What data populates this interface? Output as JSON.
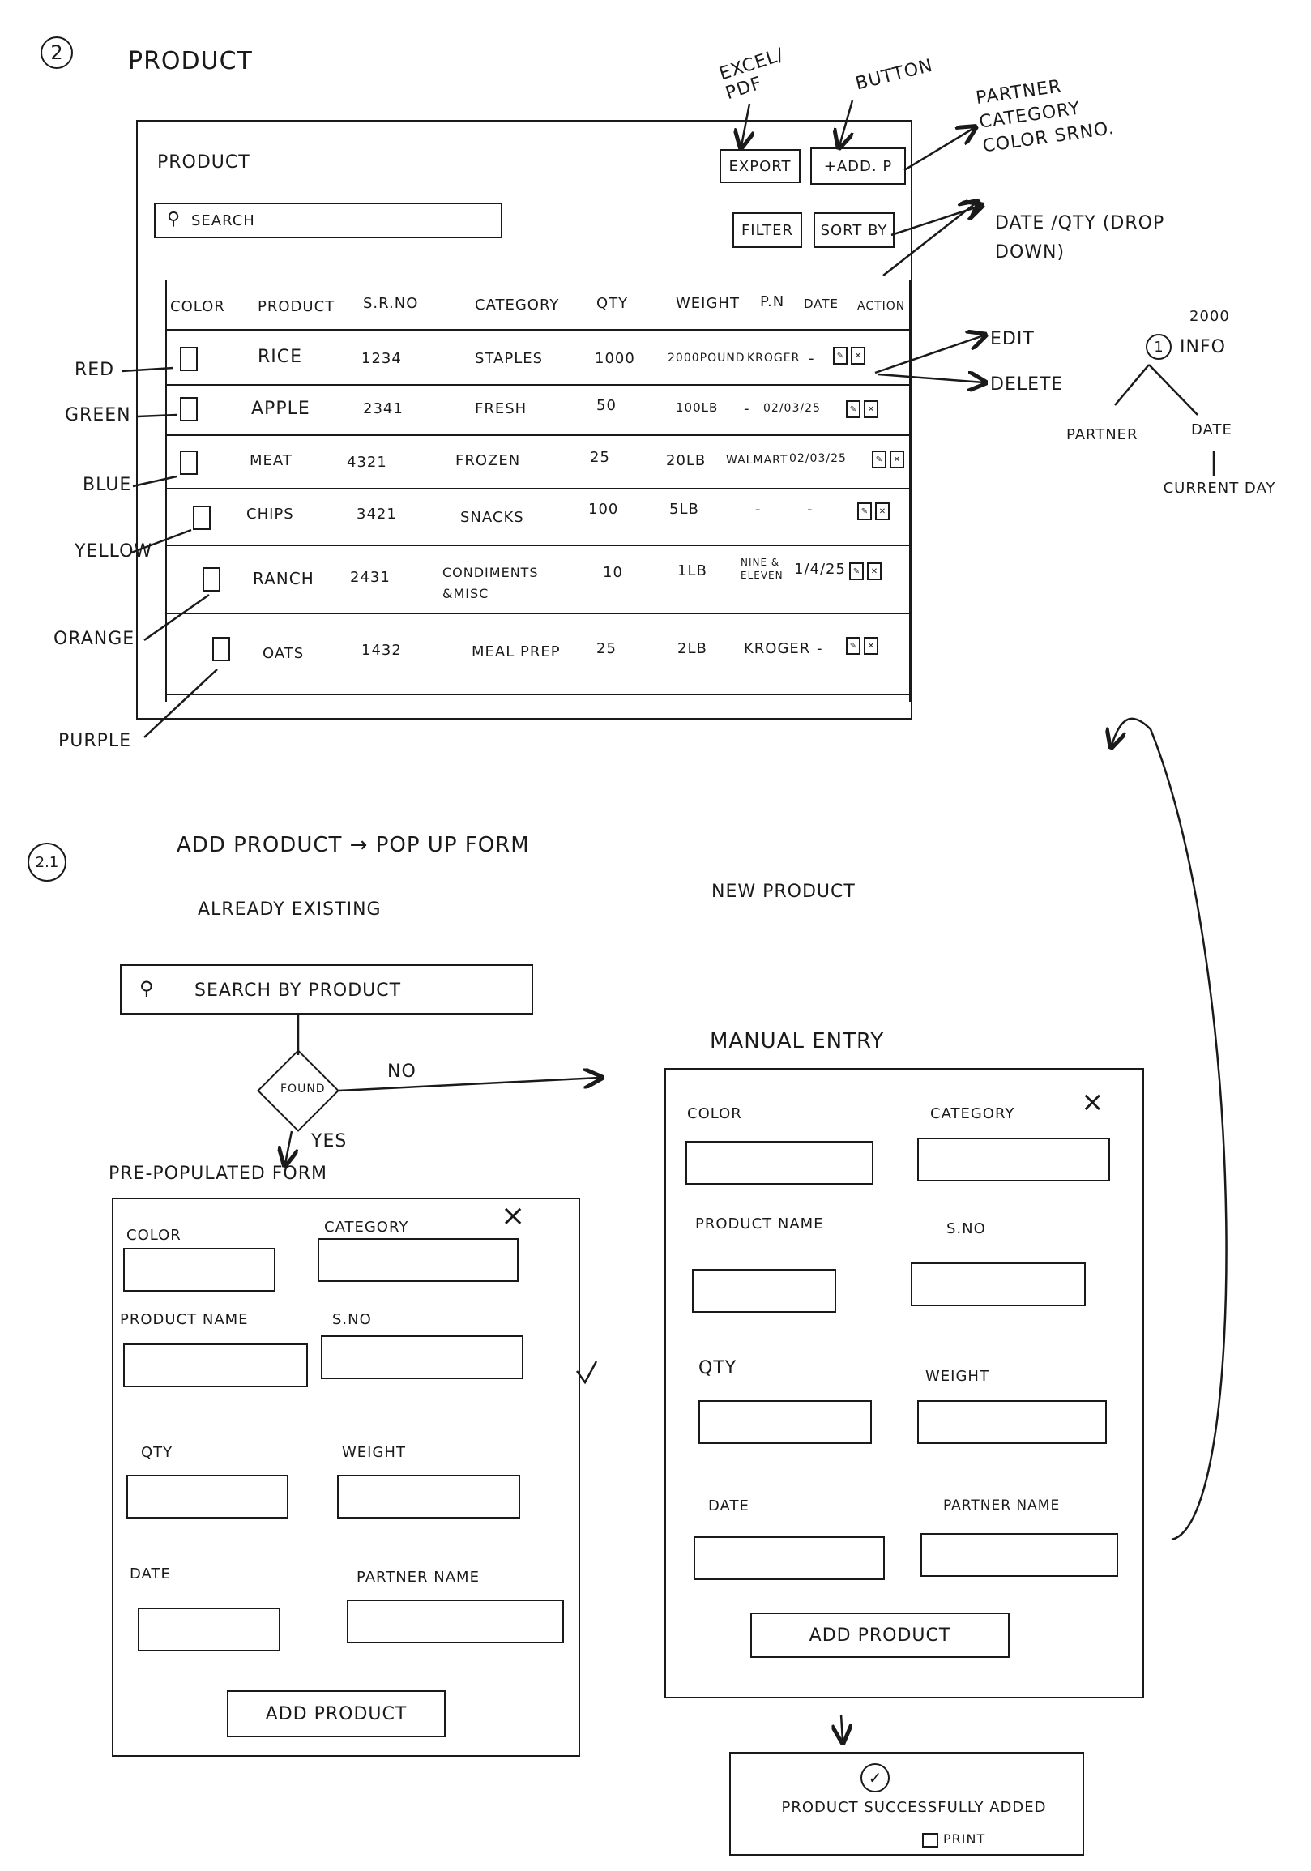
{
  "section1": {
    "number": "2",
    "title": "PRODUCT"
  },
  "annotations": {
    "export_note": "EXCEL/ PDF",
    "button_note": "BUTTON",
    "filter_note": "PARTNER CATEGORY COLOR SRNO.",
    "sort_note": "DATE /QTY (DROP DOWN)",
    "edit": "EDIT",
    "delete": "DELETE",
    "info_number": "1",
    "info_label": "INFO",
    "info_value": "2000",
    "partner": "PARTNER",
    "date": "DATE",
    "current_day": "CURRENT DAY"
  },
  "colors_legend": [
    "RED",
    "GREEN",
    "BLUE",
    "YELLOW",
    "ORANGE",
    "PURPLE"
  ],
  "product_screen": {
    "title": "PRODUCT",
    "search_placeholder": "SEARCH",
    "export_label": "EXPORT",
    "add_label": "+ADD. P",
    "filter_label": "FILTER",
    "sort_label": "SORT BY",
    "columns": [
      "COLOR",
      "PRODUCT",
      "S.R.NO",
      "CATEGORY",
      "QTY",
      "WEIGHT",
      "P.N",
      "DATE",
      "ACTION"
    ],
    "rows": [
      {
        "product": "RICE",
        "srno": "1234",
        "category": "STAPLES",
        "qty": "1000",
        "weight": "2000POUND",
        "partner": "KROGER",
        "date": "-"
      },
      {
        "product": "APPLE",
        "srno": "2341",
        "category": "FRESH",
        "qty": "50",
        "weight": "100LB",
        "partner": "-",
        "date": "02/03/25"
      },
      {
        "product": "MEAT",
        "srno": "4321",
        "category": "FROZEN",
        "qty": "25",
        "weight": "20LB",
        "partner": "WALMART",
        "date": "02/03/25"
      },
      {
        "product": "CHIPS",
        "srno": "3421",
        "category": "SNACKS",
        "qty": "100",
        "weight": "5LB",
        "partner": "-",
        "date": "-"
      },
      {
        "product": "RANCH",
        "srno": "2431",
        "category": "CONDIMENTS &MISC",
        "qty": "10",
        "weight": "1LB",
        "partner": "NINE & ELEVEN",
        "date": "1/4/25"
      },
      {
        "product": "OATS",
        "srno": "1432",
        "category": "MEAL PREP",
        "qty": "25",
        "weight": "2LB",
        "partner": "KROGER",
        "date": "-"
      }
    ]
  },
  "section2": {
    "number": "2.1",
    "title": "ADD PRODUCT → POP UP FORM",
    "already_existing": "ALREADY EXISTING",
    "search_by_product": "SEARCH BY PRODUCT",
    "decision": "FOUND",
    "no": "NO",
    "yes": "YES",
    "prepopulated": "PRE-POPULATED FORM",
    "new_product": "NEW PRODUCT",
    "manual_entry": "MANUAL ENTRY",
    "close": "×",
    "labels": {
      "color": "COLOR",
      "category": "CATEGORY",
      "product_name": "PRODUCT NAME",
      "srno": "S.NO",
      "qty": "QTY",
      "weight": "WEIGHT",
      "date": "DATE",
      "partner_name": "PARTNER NAME"
    },
    "add_product": "ADD PRODUCT",
    "success": "PRODUCT SUCCESSFULLY ADDED",
    "print": "PRINT"
  }
}
